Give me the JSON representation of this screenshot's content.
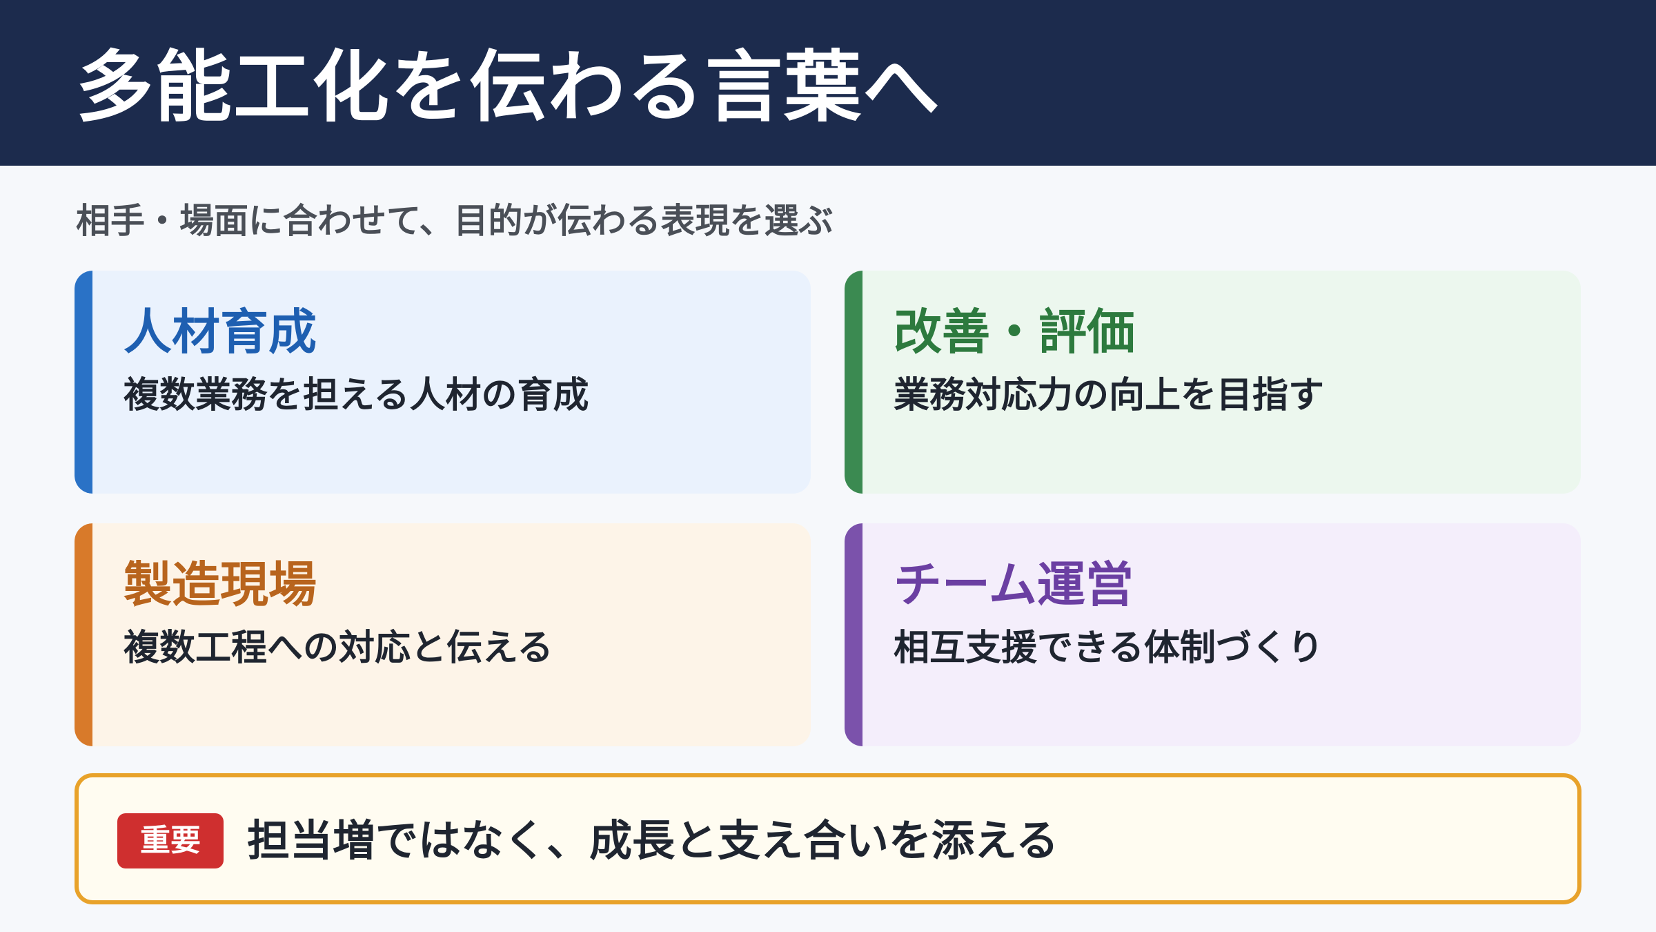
{
  "header": {
    "title": "多能工化を伝わる言葉へ"
  },
  "subtitle": "相手・場面に合わせて、目的が伝わる表現を選ぶ",
  "cards": [
    {
      "title": "人材育成",
      "description": "複数業務を担える人材の育成",
      "accent_color": "#2a72c6"
    },
    {
      "title": "改善・評価",
      "description": "業務対応力の向上を目指す",
      "accent_color": "#3b8a51"
    },
    {
      "title": "製造現場",
      "description": "複数工程への対応と伝える",
      "accent_color": "#d87a2a"
    },
    {
      "title": "チーム運営",
      "description": "相互支援できる体制づくり",
      "accent_color": "#7b52ab"
    }
  ],
  "callout": {
    "badge": "重要",
    "text": "担当増ではなく、成長と支え合いを添える",
    "border_color": "#e8a22a",
    "badge_color": "#cf2f2f"
  },
  "colors": {
    "header_bg": "#1c2b4d",
    "page_bg": "#f6f8fb"
  }
}
